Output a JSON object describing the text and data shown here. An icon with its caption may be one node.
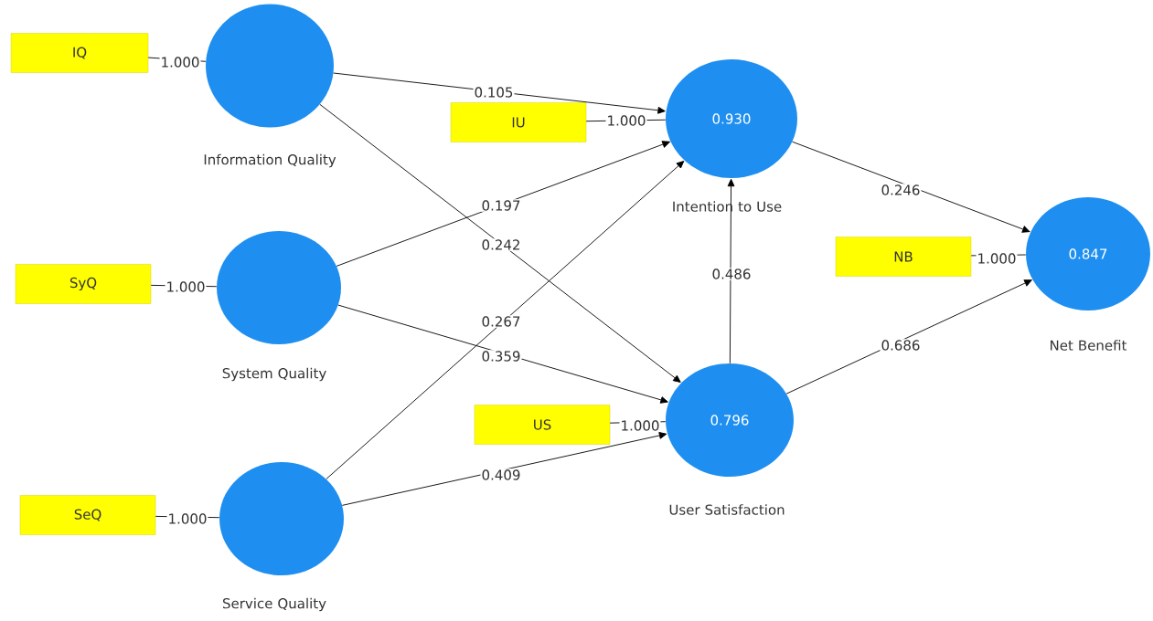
{
  "diagram": {
    "nodes": [
      {
        "text": [
          "IQ"
        ]
      },
      {
        "text": [
          "Information Quality"
        ]
      },
      {
        "text": [
          "IU"
        ]
      },
      {
        "text": [
          "0.930",
          "Intention to Use"
        ]
      },
      {
        "text": [
          "SyQ"
        ]
      },
      {
        "text": [
          "System Quality"
        ]
      },
      {
        "text": [
          "NB"
        ]
      },
      {
        "text": [
          "0.847",
          "Net Benefit"
        ]
      },
      {
        "text": [
          "US"
        ]
      },
      {
        "text": [
          "0.796",
          "User Satisfaction"
        ]
      },
      {
        "text": [
          "SeQ"
        ]
      },
      {
        "text": [
          "Service Quality"
        ]
      }
    ],
    "edges": [
      {
        "from": 0,
        "to": 1,
        "arrow": "none",
        "label": "1.000"
      },
      {
        "from": 2,
        "to": 3,
        "arrow": "none",
        "label": "1.000"
      },
      {
        "from": 4,
        "to": 5,
        "arrow": "none",
        "label": "1.000"
      },
      {
        "from": 6,
        "to": 7,
        "arrow": "none",
        "label": "1.000"
      },
      {
        "from": 8,
        "to": 9,
        "arrow": "none",
        "label": "1.000"
      },
      {
        "from": 10,
        "to": 11,
        "arrow": "none",
        "label": "1.000"
      },
      {
        "from": 1,
        "to": 3,
        "arrow": "to",
        "label": "0.105"
      },
      {
        "from": 1,
        "to": 9,
        "arrow": "to",
        "label": "0.242"
      },
      {
        "from": 5,
        "to": 3,
        "arrow": "to",
        "label": "0.197"
      },
      {
        "from": 5,
        "to": 9,
        "arrow": "to",
        "label": "0.359"
      },
      {
        "from": 11,
        "to": 3,
        "arrow": "to",
        "label": "0.267"
      },
      {
        "from": 11,
        "to": 9,
        "arrow": "to",
        "label": "0.409"
      },
      {
        "from": 9,
        "to": 3,
        "arrow": "to",
        "label": "0.486"
      },
      {
        "from": 3,
        "to": 7,
        "arrow": "to",
        "label": "0.246"
      },
      {
        "from": 9,
        "to": 7,
        "arrow": "to",
        "label": "0.686"
      }
    ]
  }
}
